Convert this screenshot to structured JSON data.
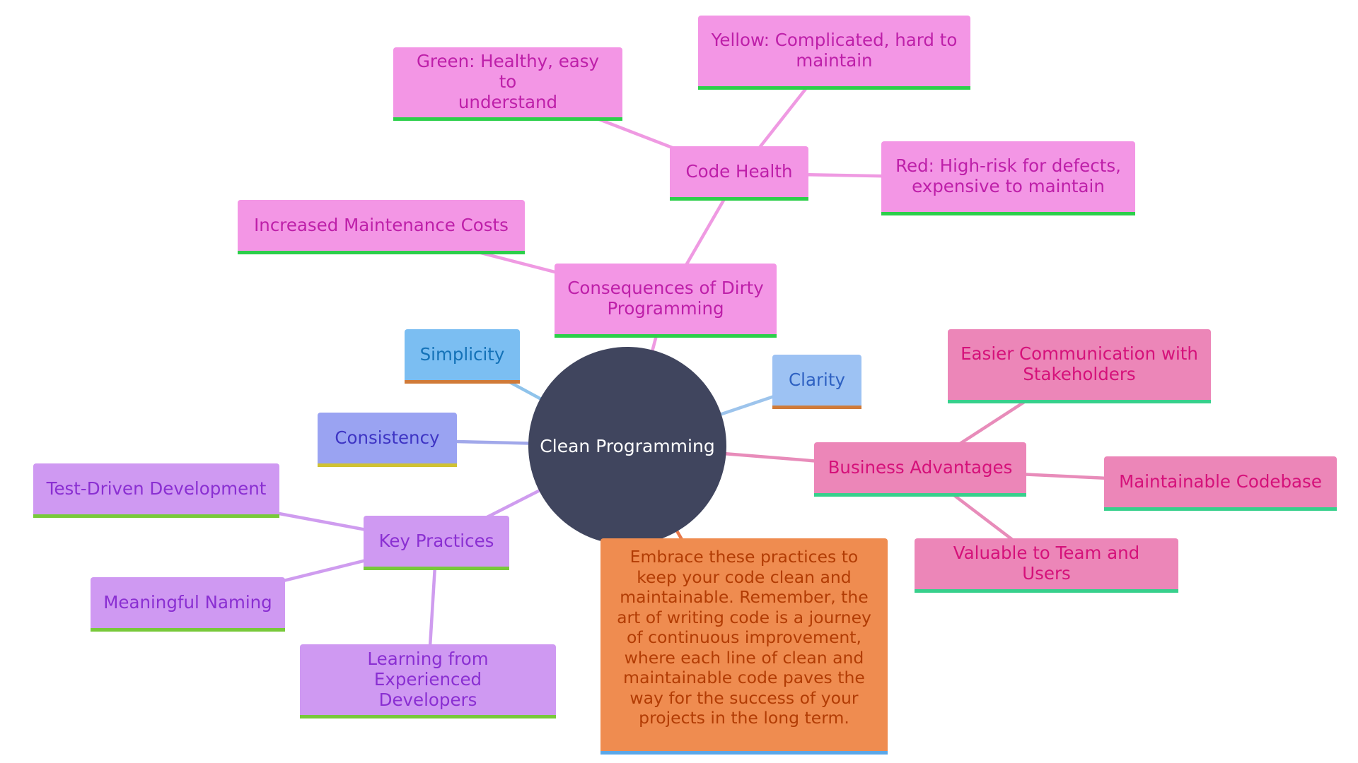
{
  "colors": {
    "root_fill": "#40455e",
    "root_text": "#ffffff",
    "pink_fill": "#f396e5",
    "pink_text": "#be1fa9",
    "pink_edge": "#ef9ae2",
    "rose_fill": "#ec86b8",
    "rose_text": "#d5117a",
    "rose_edge": "#e88cba",
    "purple_fill": "#cf99f2",
    "purple_text": "#8a2fd2",
    "purple_edge": "#cf9cef",
    "sky_fill": "#7bbef2",
    "sky_text": "#1472b8",
    "sky_edge": "#8fc3eb",
    "lightblue_fill": "#9dc2f3",
    "lightblue_text": "#2e61c2",
    "lightblue_edge": "#9dc4ec",
    "periwinkle_fill": "#9aa3f2",
    "periwinkle_text": "#3e35c4",
    "periwinkle_edge": "#a1a8ea",
    "orange_fill": "#ef8c50",
    "orange_text": "#b23c04",
    "orange_edge": "#e8794b",
    "underline_green": "#2ccf4a",
    "underline_teal": "#37d08c",
    "underline_orange": "#d07a38",
    "underline_yellow": "#d0c232",
    "underline_lime": "#78c93a",
    "underline_blue": "#5ba7e8"
  },
  "root": {
    "label": "Clean Programming"
  },
  "nodes": [
    {
      "id": "code-health",
      "lines": [
        "Code Health"
      ],
      "theme": "pink",
      "underline": "underline_green"
    },
    {
      "id": "green",
      "lines": [
        "Green: Healthy, easy to",
        "understand"
      ],
      "theme": "pink",
      "underline": "underline_green"
    },
    {
      "id": "yellow",
      "lines": [
        "Yellow: Complicated, hard to",
        "maintain"
      ],
      "theme": "pink",
      "underline": "underline_green"
    },
    {
      "id": "red",
      "lines": [
        "Red: High-risk for defects,",
        "expensive to maintain"
      ],
      "theme": "pink",
      "underline": "underline_green"
    },
    {
      "id": "increased-maintenance",
      "lines": [
        "Increased Maintenance Costs"
      ],
      "theme": "pink",
      "underline": "underline_green"
    },
    {
      "id": "consequences",
      "lines": [
        "Consequences of Dirty",
        "Programming"
      ],
      "theme": "pink",
      "underline": "underline_green"
    },
    {
      "id": "simplicity",
      "lines": [
        "Simplicity"
      ],
      "theme": "sky",
      "underline": "underline_orange"
    },
    {
      "id": "clarity",
      "lines": [
        "Clarity"
      ],
      "theme": "lightblue",
      "underline": "underline_orange"
    },
    {
      "id": "consistency",
      "lines": [
        "Consistency"
      ],
      "theme": "periwinkle",
      "underline": "underline_yellow"
    },
    {
      "id": "easier-communication",
      "lines": [
        "Easier Communication with",
        "Stakeholders"
      ],
      "theme": "rose",
      "underline": "underline_teal"
    },
    {
      "id": "business-advantages",
      "lines": [
        "Business Advantages"
      ],
      "theme": "rose",
      "underline": "underline_teal"
    },
    {
      "id": "maintainable-codebase",
      "lines": [
        "Maintainable Codebase"
      ],
      "theme": "rose",
      "underline": "underline_teal"
    },
    {
      "id": "valuable",
      "lines": [
        "Valuable to Team and Users"
      ],
      "theme": "rose",
      "underline": "underline_teal"
    },
    {
      "id": "tdd",
      "lines": [
        "Test-Driven Development"
      ],
      "theme": "purple",
      "underline": "underline_lime"
    },
    {
      "id": "key-practices",
      "lines": [
        "Key Practices"
      ],
      "theme": "purple",
      "underline": "underline_lime"
    },
    {
      "id": "meaningful-naming",
      "lines": [
        "Meaningful Naming"
      ],
      "theme": "purple",
      "underline": "underline_lime"
    },
    {
      "id": "learning",
      "lines": [
        "Learning from Experienced",
        "Developers"
      ],
      "theme": "purple",
      "underline": "underline_lime"
    },
    {
      "id": "summary",
      "lines": [
        "Embrace these practices to",
        "keep your code clean and",
        "maintainable. Remember, the",
        "art of writing code is a journey",
        "of continuous improvement,",
        "where each line of clean and",
        "maintainable code paves the",
        "way for the success of your",
        "projects in the long term."
      ],
      "theme": "orange",
      "underline": "underline_blue"
    }
  ],
  "edges": [
    {
      "from": "root",
      "to": "consequences",
      "theme": "pink"
    },
    {
      "from": "consequences",
      "to": "code-health",
      "theme": "pink"
    },
    {
      "from": "consequences",
      "to": "increased-maintenance",
      "theme": "pink"
    },
    {
      "from": "code-health",
      "to": "green",
      "theme": "pink"
    },
    {
      "from": "code-health",
      "to": "yellow",
      "theme": "pink"
    },
    {
      "from": "code-health",
      "to": "red",
      "theme": "pink"
    },
    {
      "from": "root",
      "to": "simplicity",
      "theme": "sky"
    },
    {
      "from": "root",
      "to": "clarity",
      "theme": "lightblue"
    },
    {
      "from": "root",
      "to": "consistency",
      "theme": "periwinkle"
    },
    {
      "from": "root",
      "to": "business-advantages",
      "theme": "rose"
    },
    {
      "from": "business-advantages",
      "to": "easier-communication",
      "theme": "rose"
    },
    {
      "from": "business-advantages",
      "to": "maintainable-codebase",
      "theme": "rose"
    },
    {
      "from": "business-advantages",
      "to": "valuable",
      "theme": "rose"
    },
    {
      "from": "root",
      "to": "key-practices",
      "theme": "purple"
    },
    {
      "from": "key-practices",
      "to": "tdd",
      "theme": "purple"
    },
    {
      "from": "key-practices",
      "to": "meaningful-naming",
      "theme": "purple"
    },
    {
      "from": "key-practices",
      "to": "learning",
      "theme": "purple"
    },
    {
      "from": "root",
      "to": "summary",
      "theme": "orange"
    }
  ]
}
